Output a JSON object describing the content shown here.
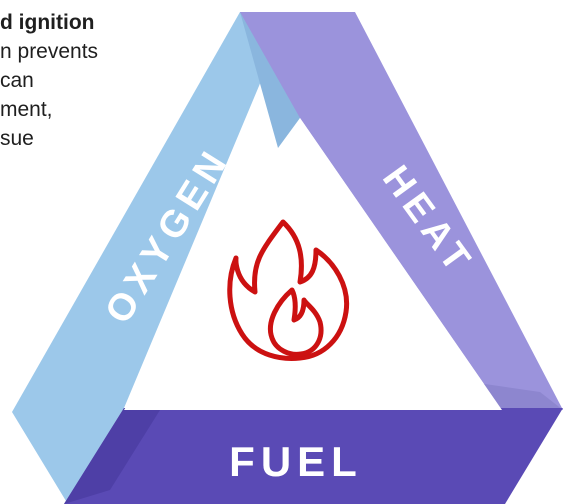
{
  "intro_text": {
    "lines": [
      "d ignition",
      "n prevents",
      "can",
      "ment,",
      "sue"
    ]
  },
  "triangle": {
    "sides": {
      "oxygen": "OXYGEN",
      "heat": "HEAT",
      "fuel": "FUEL"
    },
    "colors": {
      "oxygen": "#9cc8ea",
      "heat": "#9b93dc",
      "fuel": "#5a4ab5",
      "flame": "#cc1111"
    },
    "center_icon": "fire-icon"
  }
}
